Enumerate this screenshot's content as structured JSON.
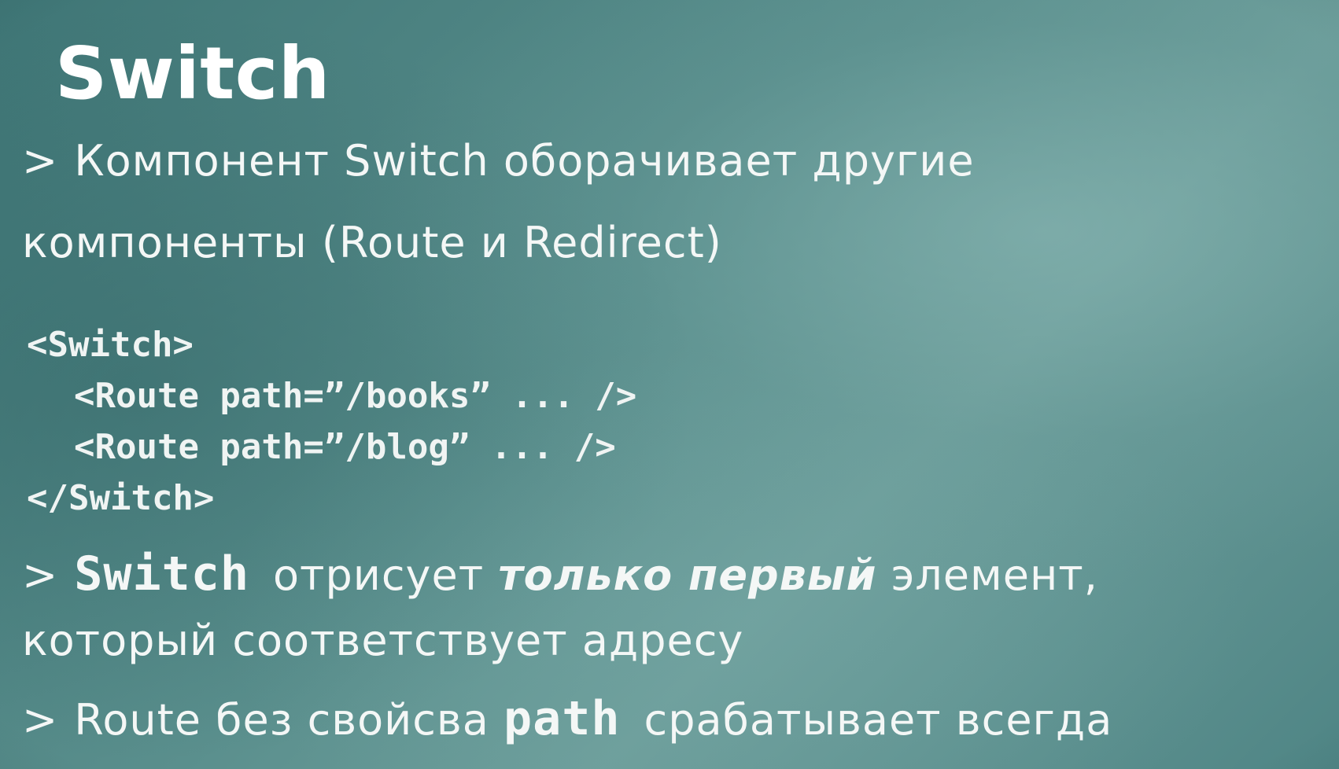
{
  "slide": {
    "title": "Switch",
    "bullet_marker": ">",
    "line1": {
      "text": "Компонент Switch оборачивает другие"
    },
    "line2": {
      "text": "компоненты (Route и Redirect)"
    },
    "code": {
      "lines": [
        "<Switch>",
        "<Route path=”/books” ... />",
        "<Route path=”/blog” ... />",
        "</Switch>"
      ]
    },
    "line5": {
      "code_word": "Switch",
      "text_a": "отрисует",
      "emphasis": "только первый",
      "text_b": "элемент,"
    },
    "line6": {
      "text": "который соответствует адресу"
    },
    "line7": {
      "text_a": "Route без свойсва",
      "code_word": "path",
      "text_b": "срабатывает всегда"
    }
  },
  "colors": {
    "background": "#4f8484",
    "text": "#ffffff"
  }
}
